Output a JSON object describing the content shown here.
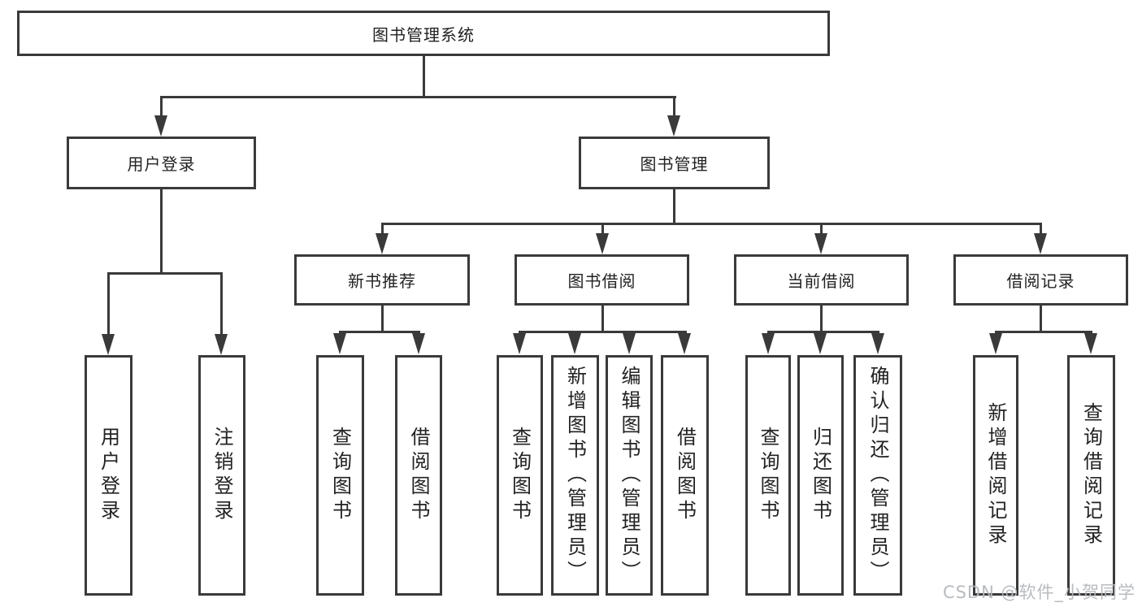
{
  "diagram": {
    "root": {
      "label": "图书管理系统"
    },
    "branches": [
      {
        "label": "用户登录",
        "children": [
          {
            "label": "用户登录"
          },
          {
            "label": "注销登录"
          }
        ]
      },
      {
        "label": "图书管理",
        "children": [
          {
            "label": "新书推荐",
            "children": [
              {
                "label": "查询图书"
              },
              {
                "label": "借阅图书"
              }
            ]
          },
          {
            "label": "图书借阅",
            "children": [
              {
                "label": "查询图书"
              },
              {
                "label": "新增图书（管理员）"
              },
              {
                "label": "编辑图书（管理员）"
              },
              {
                "label": "借阅图书"
              }
            ]
          },
          {
            "label": "当前借阅",
            "children": [
              {
                "label": "查询图书"
              },
              {
                "label": "归还图书"
              },
              {
                "label": "确认归还（管理员）"
              }
            ]
          },
          {
            "label": "借阅记录",
            "children": [
              {
                "label": "新增借阅记录"
              },
              {
                "label": "查询借阅记录"
              }
            ]
          }
        ]
      }
    ],
    "watermark": "CSDN @软件_小贺同学",
    "colors": {
      "line": "#3a3a3a",
      "text": "#222222",
      "background": "#ffffff",
      "watermark": "#b5b8bc"
    }
  }
}
